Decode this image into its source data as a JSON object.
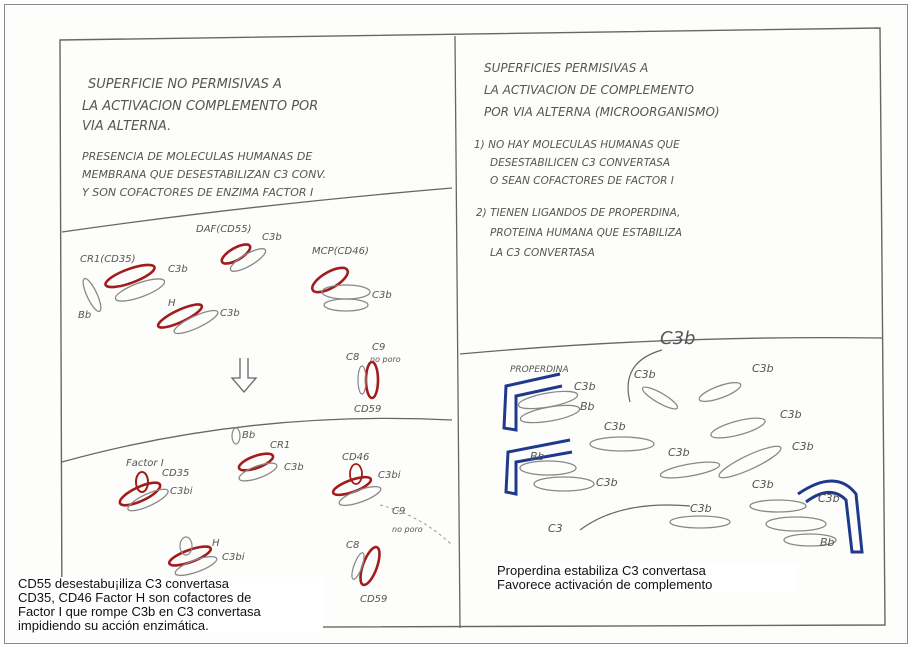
{
  "colors": {
    "ink": "#555555",
    "red": "#a11c1c",
    "blue": "#1f3a8a",
    "paper": "#fdfdfb"
  },
  "left_panel": {
    "title": [
      "SUPERFICIE NO PERMISIVAS A",
      "LA ACTIVACION COMPLEMENTO POR",
      "VIA ALTERNA."
    ],
    "subtitle": [
      "PRESENCIA DE MOLECULAS HUMANAS DE",
      "MEMBRANA QUE DESESTABILIZAN C3 CONV.",
      "Y SON COFACTORES    DE ENZIMA FACTOR I"
    ],
    "labels": {
      "cr1": "CR1(CD35)",
      "daf": "DAF(CD55)",
      "mcp": "MCP(CD46)",
      "c3b_1": "C3b",
      "c3b_2": "C3b",
      "c3b_3": "C3b",
      "c3b_4": "C3b",
      "bb": "Bb",
      "h": "H",
      "c8": "C8",
      "c9": "C9",
      "no_poro": "no poro",
      "cd59": "CD59",
      "factor_i": "Factor I",
      "cd35": "CD35",
      "c3bi_1": "C3bi",
      "bb_2": "Bb",
      "cr1_2": "CR1",
      "c3b_5": "C3b",
      "cd46": "CD46",
      "c3bi_2": "C3bi",
      "c8_2": "C8",
      "c9_2": "C9",
      "no_poro_2": "no poro",
      "cd59_2": "CD59",
      "h_2": "H",
      "c3bi_3": "C3bi"
    }
  },
  "right_panel": {
    "title": [
      "SUPERFICIES PERMISIVAS A",
      "LA ACTIVACION DE COMPLEMENTO",
      "POR VIA ALTERNA (MICROORGANISMO)"
    ],
    "points": [
      [
        "1) NO HAY MOLECULAS HUMANAS QUE",
        "DESESTABILICEN C3 CONVERTASA",
        "O SEAN COFACTORES DE FACTOR I"
      ],
      [
        "2) TIENEN LIGANDOS DE PROPERDINA,",
        "PROTEINA HUMANA QUE ESTABILIZA",
        "LA C3 CONVERTASA"
      ]
    ],
    "labels": {
      "c3b_big": "C3b",
      "properdina": "PROPERDINA",
      "c3b_a": "C3b",
      "c3b_b": "C3b",
      "bb_a": "Bb",
      "c3b_c": "C3b",
      "c3b_d": "C3b",
      "c3b_e": "C3b",
      "c3b_f": "C3b",
      "c3b_g": "C3b",
      "bb_b": "Bb",
      "c3b_h": "C3b",
      "c3b_i": "C3b",
      "c3b_j": "C3b",
      "c3b_k": "C3b",
      "c3": "C3",
      "bb_c": "Bb"
    }
  },
  "captions": {
    "left": "CD55 desestabu¡iliza C3 convertasa\nCD35, CD46 Factor H son cofactores de\nFactor I que rompe C3b en C3 convertasa\nimpidiendo su acción enzimática.",
    "right": "Properdina estabiliza C3 convertasa\nFavorece activación de complemento"
  }
}
